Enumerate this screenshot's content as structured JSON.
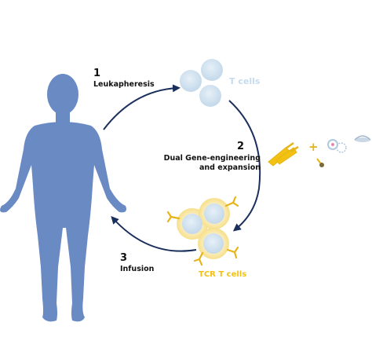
{
  "steps": [
    {
      "number": "1",
      "label": "Leukapheresis"
    },
    {
      "number": "2",
      "label_line1": "Dual Gene-engineering",
      "label_line2": "and expansion"
    },
    {
      "number": "3",
      "label": "Infusion"
    }
  ],
  "cells": {
    "t_cells_label": "T cells",
    "tcr_t_cells_label": "TCR T cells"
  },
  "reagents": {
    "plus_sign": "+"
  },
  "colors": {
    "body": "#6a8ac4",
    "arrow": "#1b2f5c",
    "t_cell": "#d4e5f2",
    "t_cell_core": "#c1d7ea",
    "tcr_glow": "#f8e9a9",
    "tcr_receptor": "#e7b416",
    "t_cells_text": "#c6dced",
    "tcr_text": "#f3c111"
  }
}
